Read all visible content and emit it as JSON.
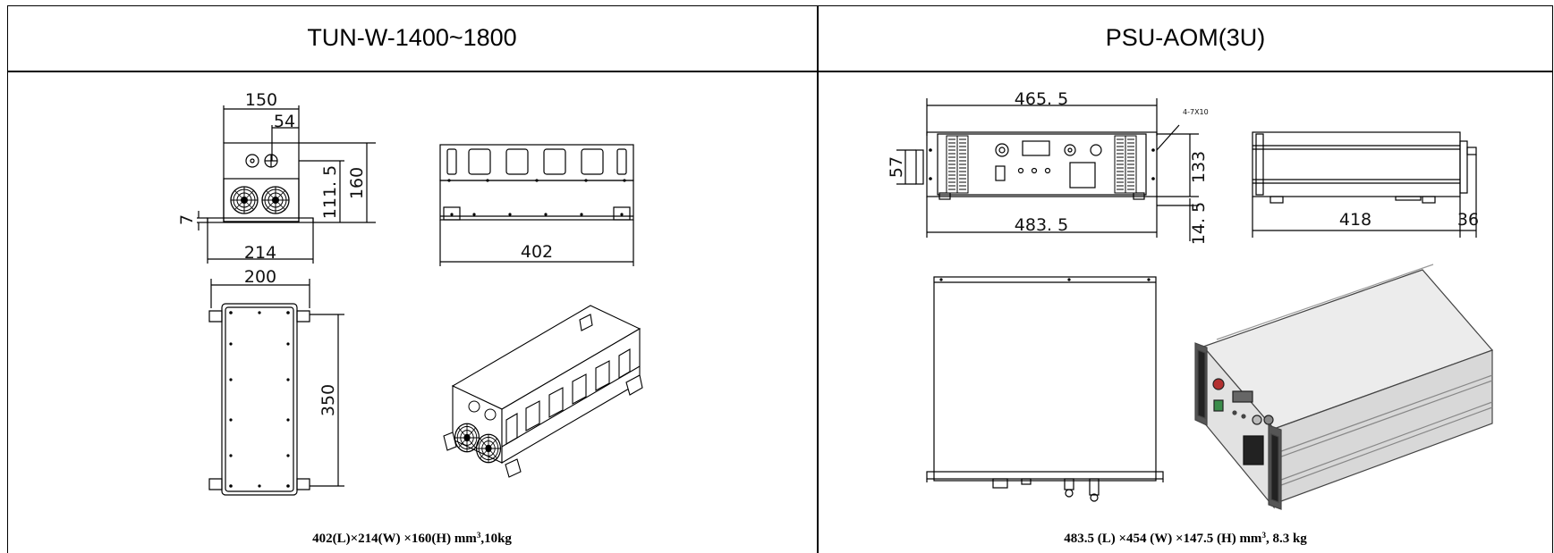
{
  "columns": [
    {
      "title": "TUN-W-1400~1800",
      "caption_main": "402(L)×214(W) ×160(H) mm",
      "caption_sup": "3",
      "caption_tail": ",10kg",
      "dimensions": {
        "d150": "150",
        "d54": "54",
        "d111": "111. 5",
        "d160": "160",
        "d7": "7",
        "d214": "214",
        "d402": "402",
        "d200": "200",
        "d350": "350"
      }
    },
    {
      "title": "PSU-AOM(3U)",
      "caption_main": "483.5 (L) ×454 (W) ×147.5 (H) mm",
      "caption_sup": "3",
      "caption_tail": ", 8.3 kg",
      "dimensions": {
        "d465": "465. 5",
        "hole": "4-7X10",
        "d57": "57",
        "d133": "133",
        "d483": "483. 5",
        "d14": "14. 5",
        "d418": "418",
        "d36": "36"
      }
    }
  ]
}
